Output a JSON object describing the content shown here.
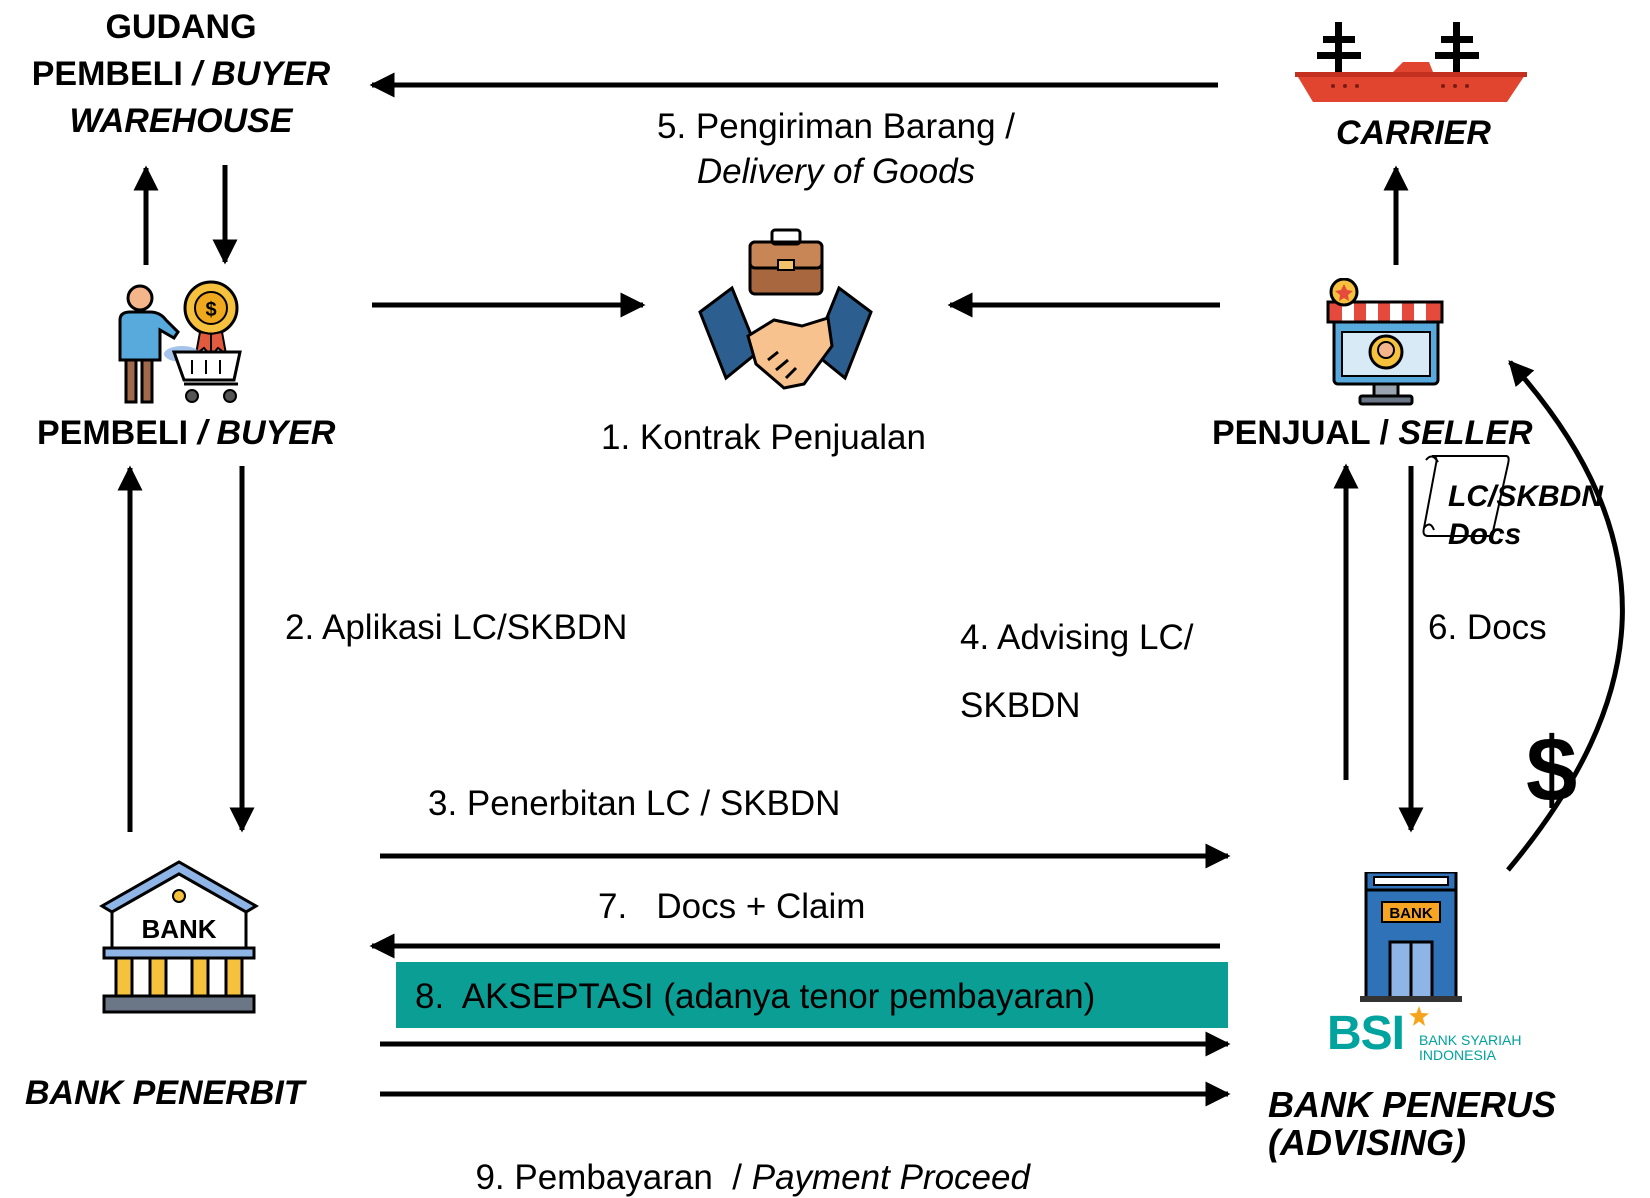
{
  "nodes": {
    "buyer_warehouse": {
      "line1": "GUDANG",
      "line2a": "PEMBELI",
      "line2b": " / BUYER",
      "line3": "WAREHOUSE"
    },
    "carrier": {
      "label": "CARRIER"
    },
    "buyer": {
      "bold": "PEMBELI",
      "italic": " / BUYER"
    },
    "seller": {
      "bold": "PENJUAL / ",
      "italic": "SELLER"
    },
    "issuing_bank": {
      "label": "BANK PENERBIT",
      "icon_text": "BANK"
    },
    "advising_bank": {
      "line1": "BANK PENERUS",
      "line2": "(ADVISING)",
      "icon_text": "BANK"
    },
    "bsi_logo": {
      "mark": "BSI",
      "line1": "BANK SYARIAH",
      "line2": "INDONESIA"
    }
  },
  "steps": {
    "s1": "1. Kontrak Penjualan",
    "s2": "2. Aplikasi LC/SKBDN",
    "s3": "3. Penerbitan LC / SKBDN",
    "s4_line1": "4. Advising LC/",
    "s4_line2": "SKBDN",
    "s5_line1": "5. Pengiriman Barang /",
    "s5_line2": "Delivery of Goods",
    "s6": "6. Docs",
    "s7": "7.   Docs + Claim",
    "s8": "8.  AKSEPTASI (adanya tenor pembayaran)",
    "s9a": "9. Pembayaran  / ",
    "s9b": "Payment Proceed"
  },
  "doc_label": {
    "line1": "LC/SKBDN",
    "line2": "Docs"
  },
  "dollar": "$",
  "colors": {
    "highlight": "#0a9e95",
    "bsi_teal": "#00a39d",
    "bsi_orange": "#f7a41d",
    "ship_red": "#e2452f",
    "bank_blue": "#2f72b8"
  }
}
